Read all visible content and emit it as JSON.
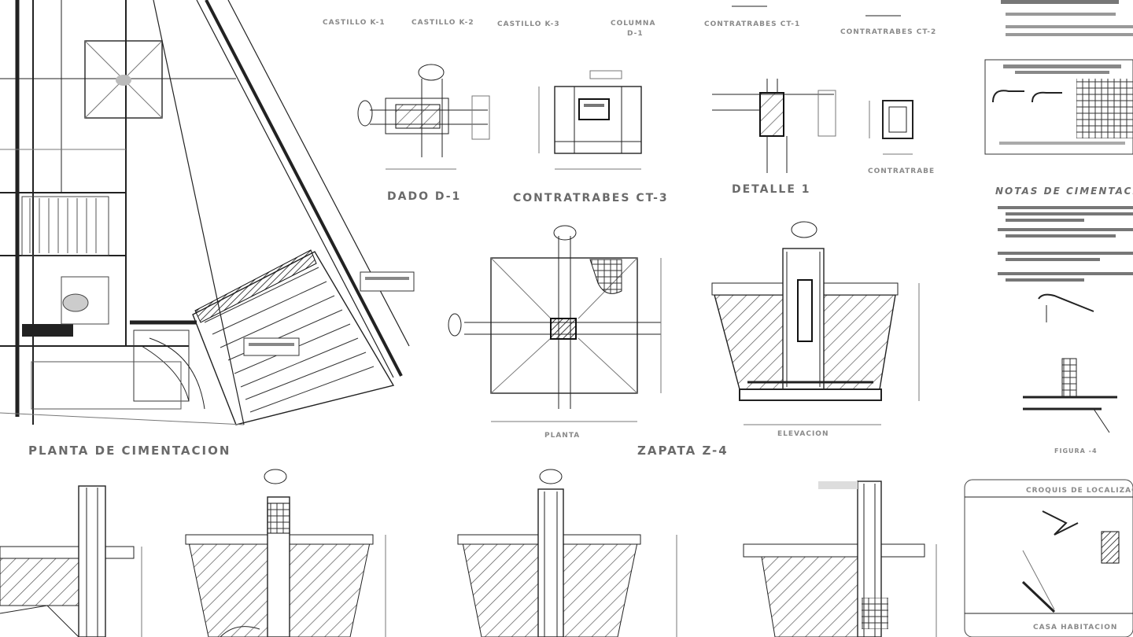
{
  "drawing": {
    "main_titles": {
      "foundation_plan": "PLANTA DE CIMENTACION",
      "footing": "ZAPATA Z-4",
      "die": "DADO D-1",
      "grade_beam": "CONTRATRABES CT-3",
      "detail": "DETALLE 1",
      "notes": "NOTAS DE CIMENTACIO"
    },
    "sub_titles": {
      "planta": "PLANTA",
      "elevacion": "ELEVACION",
      "castillo_k1": "CASTILLO K-1",
      "castillo_k2": "CASTILLO K-2",
      "castillo_k3": "CASTILLO K-3",
      "columna": "COLUMNA",
      "columna_id": "D-1",
      "contratrabe_ct1": "CONTRATRABES CT-1",
      "contratrabe_ct2": "CONTRATRABES CT-2",
      "contratrabe_ct": "CONTRATRABE",
      "croquis": "CROQUIS DE LOCALIZACION",
      "casa": "CASA HABITACION",
      "figura": "FIGURA -4"
    }
  }
}
